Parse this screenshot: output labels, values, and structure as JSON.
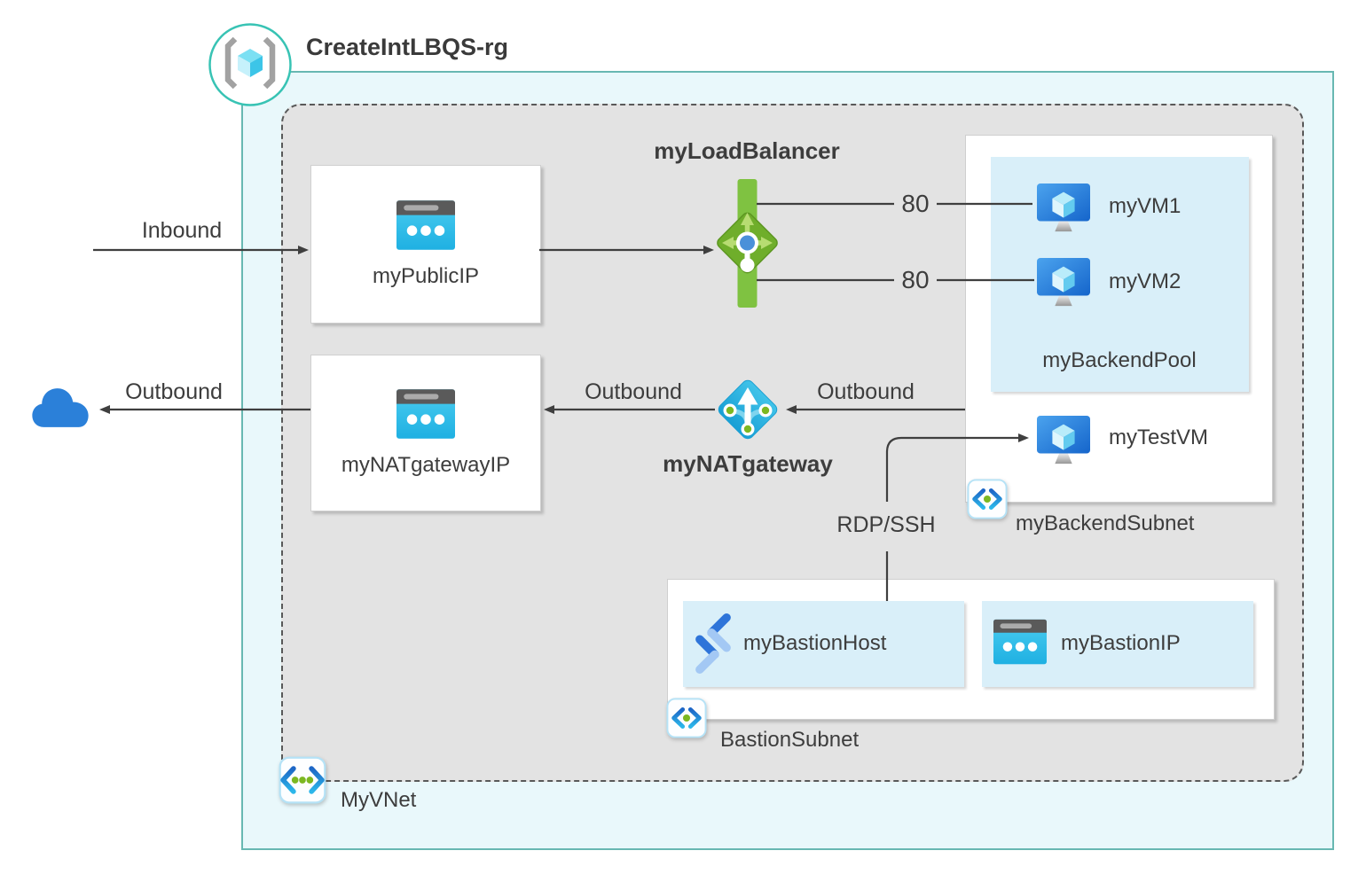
{
  "diagram": {
    "title": "CreateIntLBQS-rg",
    "vnet": "MyVNet",
    "load_balancer": "myLoadBalancer",
    "nat_gateway": "myNATgateway",
    "public_ip": "myPublicIP",
    "nat_gateway_ip": "myNATgatewayIP",
    "backend_subnet": "myBackendSubnet",
    "backend_pool": "myBackendPool",
    "vm1": "myVM1",
    "vm2": "myVM2",
    "test_vm": "myTestVM",
    "bastion_subnet": "BastionSubnet",
    "bastion_host": "myBastionHost",
    "bastion_ip": "myBastionIP"
  },
  "edges": {
    "inbound": "Inbound",
    "outbound_internet": "Outbound",
    "outbound_nat": "Outbound",
    "outbound_backend": "Outbound",
    "port_top": "80",
    "port_bottom": "80",
    "bastion_connection": "RDP/SSH"
  },
  "icons": {
    "resource_group": "azure-resource-group-icon",
    "vnet": "virtual-network-icon",
    "subnet": "subnet-icon",
    "public_ip": "public-ip-icon",
    "load_balancer": "load-balancer-icon",
    "nat_gateway": "nat-gateway-icon",
    "virtual_machine": "virtual-machine-icon",
    "bastion": "bastion-icon",
    "internet": "cloud-icon"
  },
  "colors": {
    "vnet_fill": "#e9f8fb",
    "vnet_border": "#68b8b2",
    "region_fill": "#e3e3e3",
    "region_border": "#595959",
    "card_fill": "#ffffff",
    "highlight_fill": "#d9eff9",
    "lb_green": "#7fc241",
    "nat_cyan": "#2eb8e4",
    "ip_cyan": "#30c1e8",
    "vm_blue": "#2a7fd4",
    "arrow": "#3f3f3f",
    "text": "#3d3d3d",
    "rg_border": "#38c3b4"
  }
}
